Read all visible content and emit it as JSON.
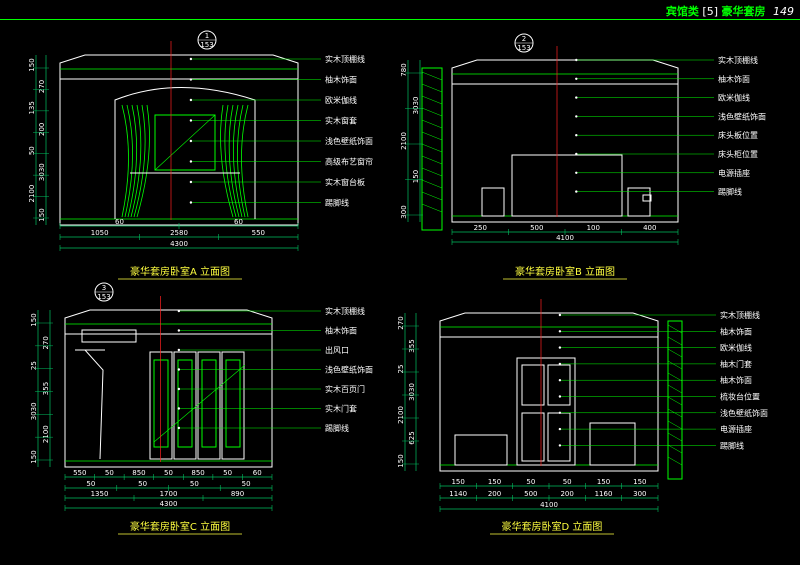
{
  "header": {
    "title": "宾馆类",
    "index": "[5]",
    "subtitle": "豪华套房",
    "page": "149"
  },
  "colors": {
    "bg": "#000000",
    "outline": "#ffffff",
    "detail": "#00ff00",
    "dimension": "#00c060",
    "accent": "#ff2020",
    "caption": "#ffff40",
    "label": "#ffffff"
  },
  "elevations": [
    {
      "id": "A",
      "caption": "豪华套房卧室A 立面图",
      "marker": {
        "num": "1",
        "ref": "153"
      },
      "notes": [
        "实木顶棚线",
        "柚木饰面",
        "欧米伽线",
        "实木窗套",
        "浅色壁纸饰面",
        "高级布艺窗帘",
        "实木窗台板",
        "踢脚线"
      ],
      "vdims": [
        "150",
        "270",
        "135",
        "200",
        "50",
        "3030",
        "2100",
        "150"
      ],
      "hdims_top": [
        "60",
        "60"
      ],
      "hdims_mid": [
        "1050",
        "2580",
        "550"
      ],
      "hdims_total": [
        "4300"
      ]
    },
    {
      "id": "B",
      "caption": "豪华套房卧室B 立面图",
      "marker": {
        "num": "2",
        "ref": "153"
      },
      "notes": [
        "实木顶棚线",
        "柚木饰面",
        "欧米伽线",
        "浅色壁纸饰面",
        "床头板位置",
        "床头柜位置",
        "电源插座",
        "踢脚线"
      ],
      "vdims": [
        "780",
        "3030",
        "2100",
        "150",
        "300"
      ],
      "hdims_mid": [
        "250",
        "500",
        "100",
        "400"
      ],
      "hdims_total": [
        "4100"
      ]
    },
    {
      "id": "C",
      "caption": "豪华套房卧室C 立面图",
      "marker": {
        "num": "3",
        "ref": "153"
      },
      "notes": [
        "实木顶棚线",
        "柚木饰面",
        "出风口",
        "浅色壁纸饰面",
        "实木百页门",
        "实木门套",
        "踢脚线"
      ],
      "vdims": [
        "150",
        "270",
        "25",
        "355",
        "3030",
        "2100",
        "150"
      ],
      "hdims_top": [
        "550",
        "50",
        "850",
        "50",
        "850",
        "50",
        "60"
      ],
      "hdims_mid": [
        "50",
        "50",
        "50",
        "50"
      ],
      "hdims_row": [
        "1350",
        "1700",
        "890"
      ],
      "hdims_total": [
        "4300"
      ]
    },
    {
      "id": "D",
      "caption": "豪华套房卧室D 立面图",
      "notes": [
        "实木顶棚线",
        "柚木饰面",
        "欧米伽线",
        "柚木门套",
        "柚木饰面",
        "梳妆台位置",
        "浅色壁纸饰面",
        "电源插座",
        "踢脚线"
      ],
      "vdims": [
        "270",
        "355",
        "25",
        "3030",
        "2100",
        "625",
        "150"
      ],
      "hdims_top": [
        "150",
        "150",
        "50",
        "50",
        "150",
        "150"
      ],
      "hdims_row": [
        "1140",
        "200",
        "500",
        "200",
        "1160",
        "300"
      ],
      "hdims_total": [
        "4100"
      ]
    }
  ]
}
